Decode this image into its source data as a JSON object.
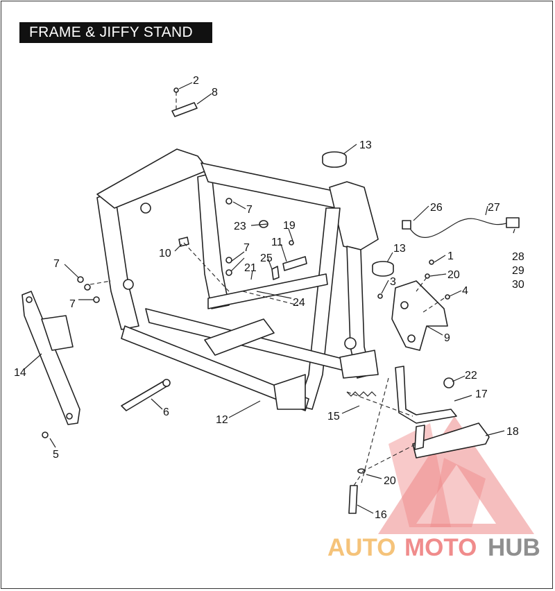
{
  "title": "FRAME & JIFFY STAND",
  "callouts": [
    "2",
    "8",
    "13",
    "7",
    "23",
    "19",
    "26",
    "27",
    "28",
    "29",
    "30",
    "10",
    "11",
    "7",
    "21",
    "25",
    "13",
    "1",
    "20",
    "7",
    "3",
    "4",
    "7",
    "24",
    "9",
    "14",
    "22",
    "17",
    "6",
    "12",
    "15",
    "18",
    "5",
    "20",
    "16"
  ],
  "watermark": {
    "auto": "AUTO",
    "moto": "MOTO",
    "hub": "HUB",
    "colors": {
      "auto": "#f5c37a",
      "moto": "#f08c8c",
      "hub": "#8f8f8f",
      "triangle": "#e86060"
    }
  }
}
